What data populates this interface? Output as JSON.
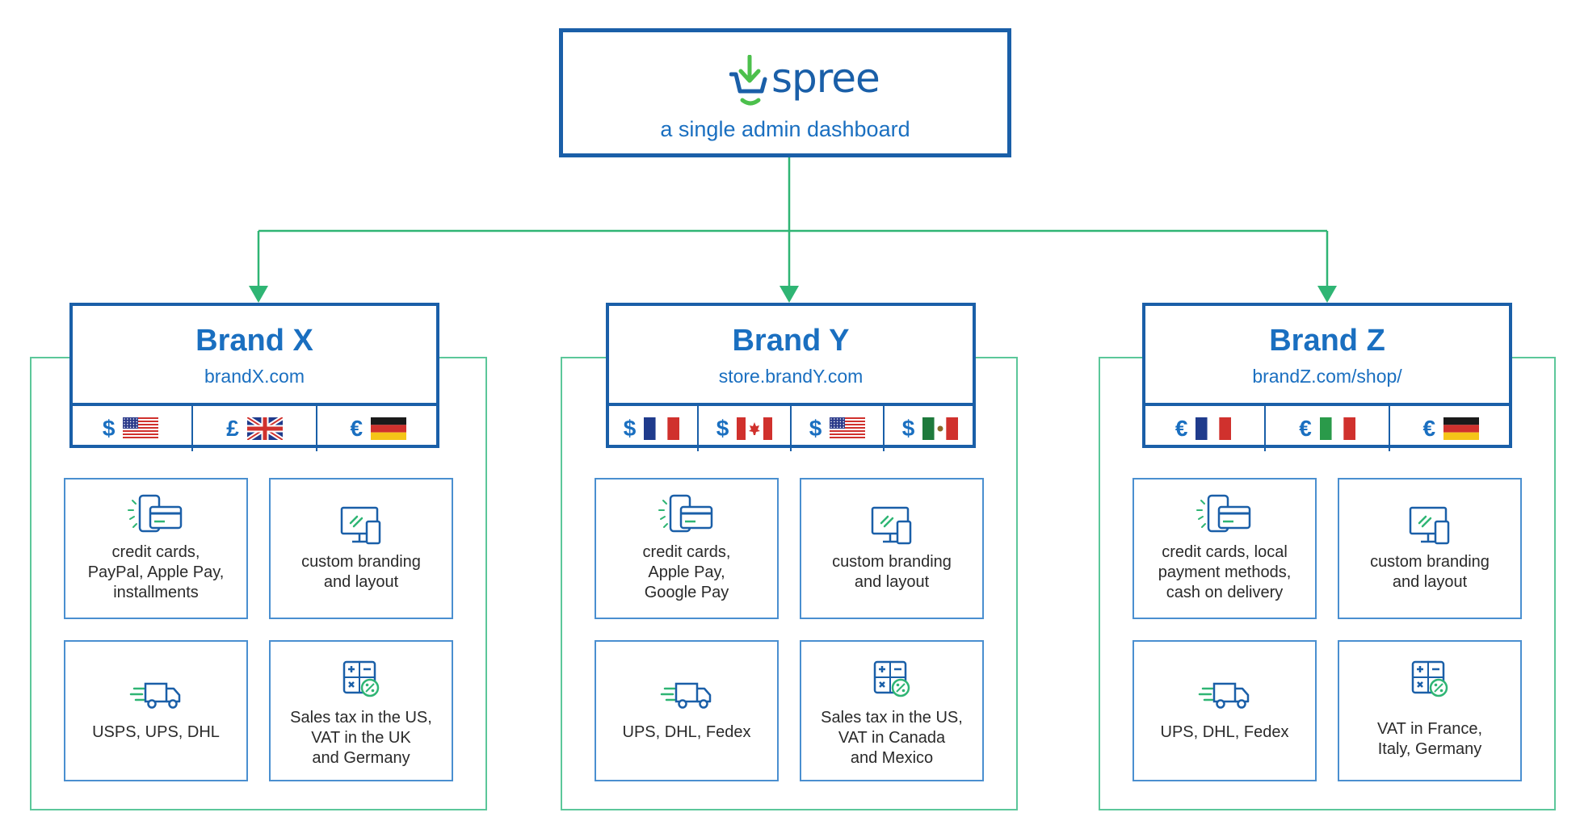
{
  "header": {
    "logo_text": "spree",
    "subtitle": "a single admin dashboard"
  },
  "colors": {
    "blue": "#1a5fa8",
    "text_blue": "#1a6fc0",
    "green": "#2fb574",
    "panel_green": "#5cc79a"
  },
  "brands": [
    {
      "name": "Brand X",
      "domain": "brandX.com",
      "currencies": [
        {
          "symbol": "$",
          "flag": "us-flag"
        },
        {
          "symbol": "£",
          "flag": "uk-flag"
        },
        {
          "symbol": "€",
          "flag": "germany-flag"
        }
      ],
      "payments": [
        "credit cards,",
        "PayPal, Apple Pay,",
        "installments"
      ],
      "branding": [
        "custom branding",
        "and layout"
      ],
      "shipping": [
        "USPS, UPS, DHL"
      ],
      "tax": [
        "Sales tax in the US,",
        "VAT in the UK",
        "and Germany"
      ]
    },
    {
      "name": "Brand Y",
      "domain": "store.brandY.com",
      "currencies": [
        {
          "symbol": "$",
          "flag": "france-flag"
        },
        {
          "symbol": "$",
          "flag": "canada-flag"
        },
        {
          "symbol": "$",
          "flag": "us-flag"
        },
        {
          "symbol": "$",
          "flag": "mexico-flag"
        }
      ],
      "payments": [
        "credit cards,",
        "Apple Pay,",
        "Google Pay"
      ],
      "branding": [
        "custom branding",
        "and layout"
      ],
      "shipping": [
        "UPS, DHL, Fedex"
      ],
      "tax": [
        "Sales tax in the US,",
        "VAT in Canada",
        "and Mexico"
      ]
    },
    {
      "name": "Brand Z",
      "domain": "brandZ.com/shop/",
      "currencies": [
        {
          "symbol": "€",
          "flag": "france-flag"
        },
        {
          "symbol": "€",
          "flag": "italy-flag"
        },
        {
          "symbol": "€",
          "flag": "germany-flag"
        }
      ],
      "payments": [
        "credit cards, local",
        "payment methods,",
        "cash on delivery"
      ],
      "branding": [
        "custom branding",
        "and layout"
      ],
      "shipping": [
        "UPS, DHL, Fedex"
      ],
      "tax": [
        "VAT in France,",
        "Italy, Germany"
      ]
    }
  ]
}
